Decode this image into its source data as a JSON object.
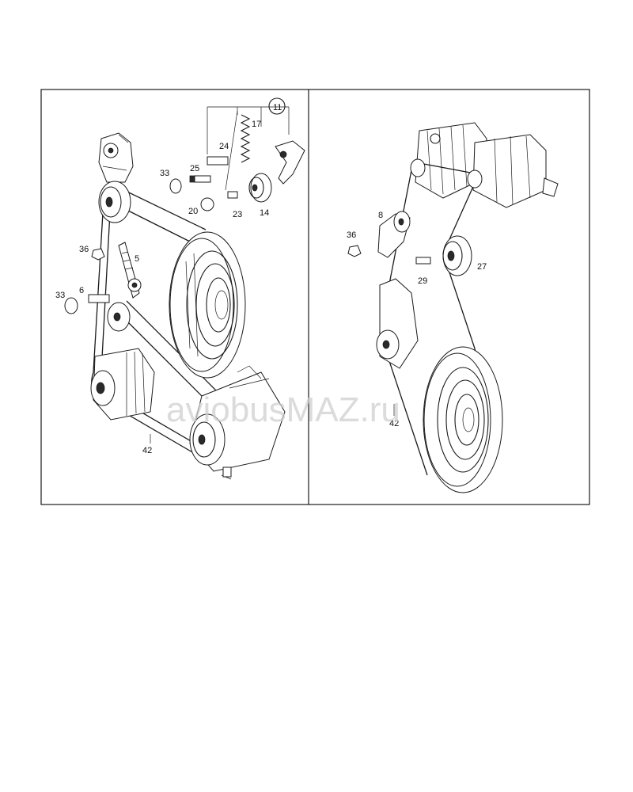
{
  "diagram": {
    "left_panel": {
      "labels": [
        "11",
        "17",
        "24",
        "25",
        "33",
        "20",
        "23",
        "14",
        "36",
        "5",
        "6",
        "33",
        "42"
      ]
    },
    "right_panel": {
      "labels": [
        "8",
        "36",
        "29",
        "27",
        "42"
      ]
    },
    "watermark": "aviobusMAZ.ru"
  }
}
